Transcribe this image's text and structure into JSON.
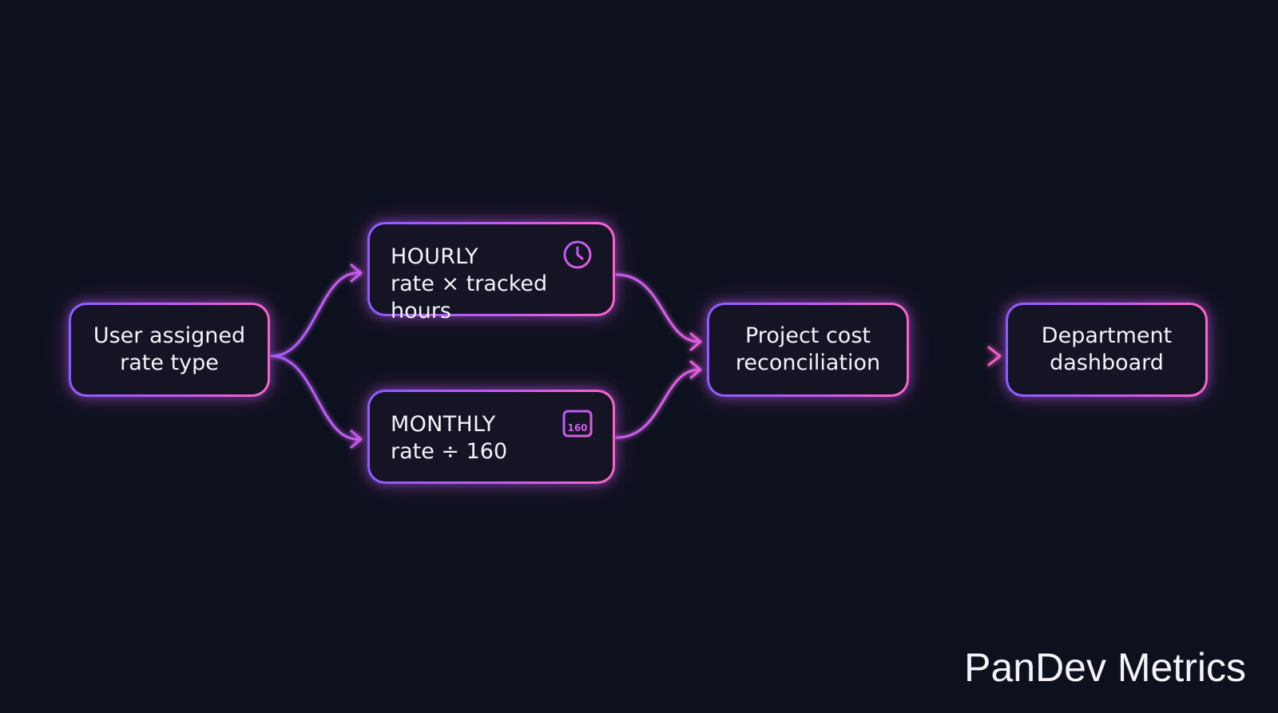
{
  "nodes": {
    "user": {
      "line1": "User assigned",
      "line2": "rate type"
    },
    "hourly": {
      "title": "HOURLY",
      "formula": "rate × tracked hours",
      "icon": "clock-icon"
    },
    "monthly": {
      "title": "MONTHLY",
      "formula": "rate ÷ 160",
      "icon": "calendar-icon",
      "icon_text": "160"
    },
    "project": {
      "line1": "Project cost",
      "line2": "reconciliation"
    },
    "department": {
      "line1": "Department",
      "line2": "dashboard"
    }
  },
  "brand": {
    "name": "PanDev Metrics"
  },
  "colors": {
    "background": "#0d111e",
    "gradient_start": "#8f5bff",
    "gradient_mid": "#c25cf3",
    "gradient_end": "#ff62c6",
    "text": "#f3f3f8"
  }
}
